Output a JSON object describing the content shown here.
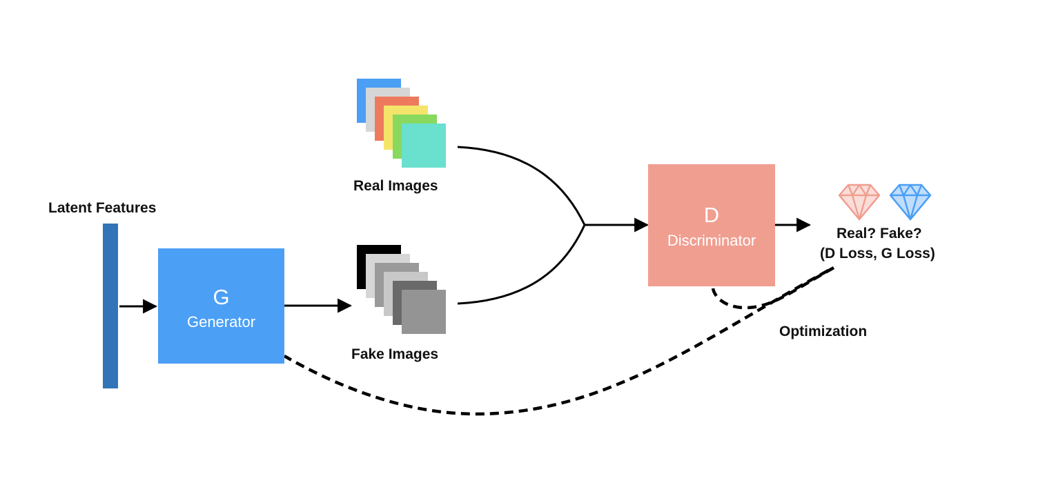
{
  "labels": {
    "latent_features": "Latent Features",
    "real_images": "Real Images",
    "fake_images": "Fake Images",
    "output_question": "Real? Fake?",
    "output_loss": "(D Loss, G Loss)",
    "optimization": "Optimization"
  },
  "generator": {
    "letter": "G",
    "name": "Generator"
  },
  "discriminator": {
    "letter": "D",
    "name": "Discriminator"
  },
  "colors": {
    "latent_bar": "#3274b8",
    "generator": "#4b9ff5",
    "discriminator": "#f09e90",
    "arrow": "#000000",
    "diamond_pink": "#f09e90",
    "diamond_blue": "#4b9ff5"
  },
  "real_stack_colors": [
    "#4b9ff5",
    "#d6d6d6",
    "#ee7a5e",
    "#f4e46a",
    "#88d95e",
    "#6ae0cf"
  ],
  "fake_stack_colors": [
    "#000000",
    "#d6d6d6",
    "#9a9a9a",
    "#c8c8c8",
    "#6a6a6a",
    "#949494"
  ],
  "icons": [
    "diamond-pink-icon",
    "diamond-blue-icon"
  ]
}
